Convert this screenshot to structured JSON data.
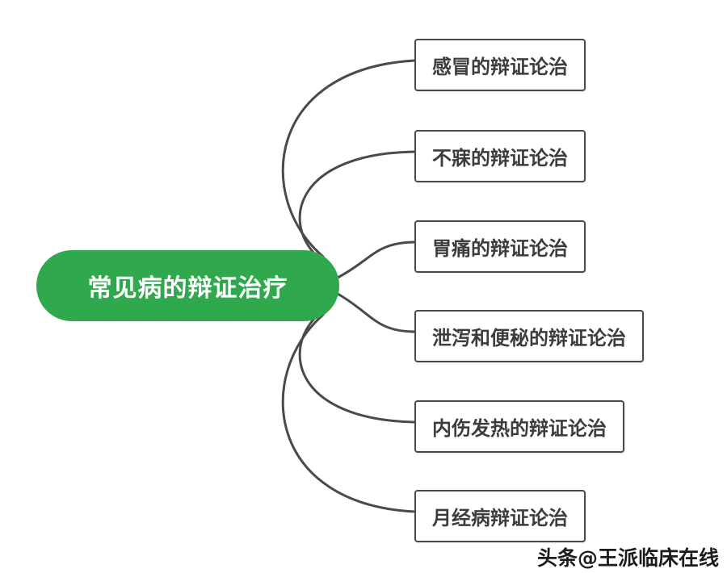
{
  "diagram": {
    "type": "mindmap",
    "root": {
      "label": "常见病的辩证治疗"
    },
    "branches": [
      {
        "label": "感冒的辩证论治"
      },
      {
        "label": "不寐的辩证论治"
      },
      {
        "label": "胃痛的辩证论治"
      },
      {
        "label": "泄泻和便秘的辩证论治"
      },
      {
        "label": "内伤发热的辩证论治"
      },
      {
        "label": "月经病辩证论治"
      }
    ],
    "colors": {
      "root_background": "#2fa84e",
      "root_text": "#ffffff",
      "box_border": "#4a4a4a",
      "box_text": "#3c3c3c",
      "line": "#4a4a4a",
      "page_background": "#ffffff"
    }
  },
  "watermark": {
    "text": "头条@王派临床在线"
  }
}
